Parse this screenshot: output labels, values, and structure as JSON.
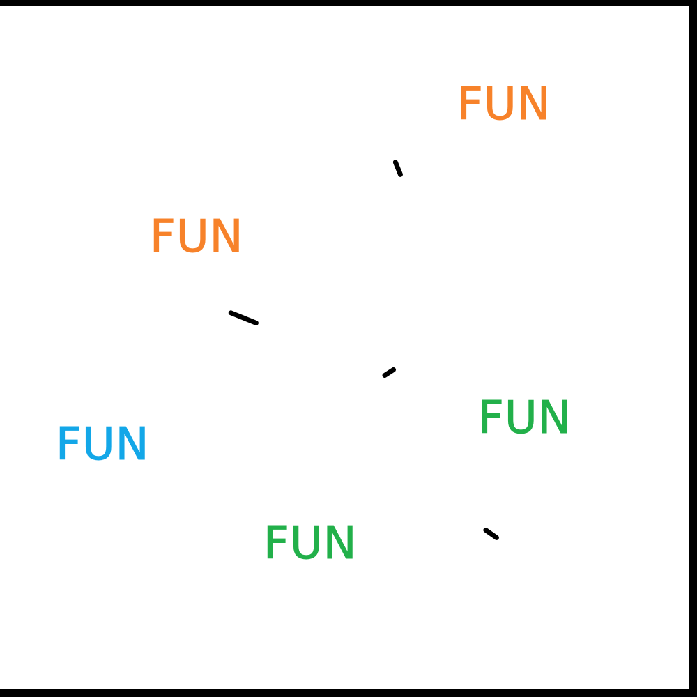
{
  "words": [
    {
      "id": "top-right",
      "text": "FUN",
      "color": "#f7822a"
    },
    {
      "id": "upper-left",
      "text": "FUN",
      "color": "#f7822a"
    },
    {
      "id": "right",
      "text": "FUN",
      "color": "#22b04a"
    },
    {
      "id": "left",
      "text": "FUN",
      "color": "#13a7e8"
    },
    {
      "id": "bottom",
      "text": "FUN",
      "color": "#22b04a"
    }
  ],
  "colors": {
    "background": "#000000",
    "panel": "#ffffff",
    "dash": "#000000"
  }
}
